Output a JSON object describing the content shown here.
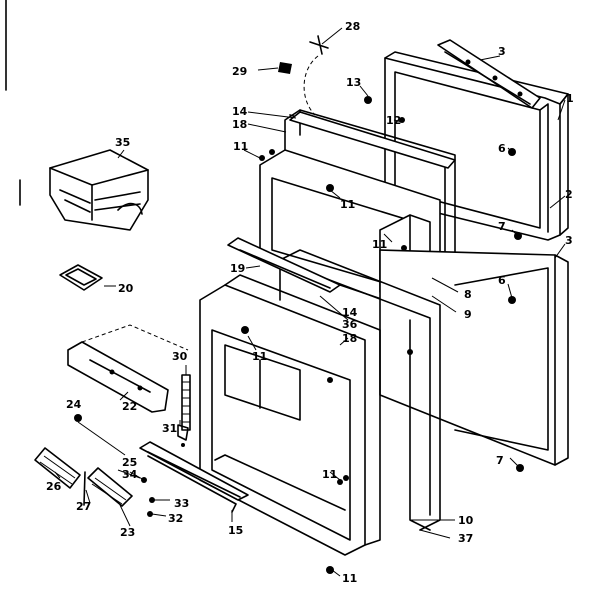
{
  "callouts": {
    "n28": "28",
    "n29": "29",
    "n3a": "3",
    "n1": "1",
    "n13": "13",
    "n12": "12",
    "n14a": "14",
    "n18a": "18",
    "n11a": "11",
    "n6a": "6",
    "n2": "2",
    "n7a": "7",
    "n35": "35",
    "n11b": "11",
    "n11c": "11",
    "n3b": "3",
    "n19": "19",
    "n8": "8",
    "n9": "9",
    "n6b": "6",
    "n14b": "14",
    "n36": "36",
    "n20": "20",
    "n18b": "18",
    "n11d": "11",
    "n30": "30",
    "n22": "22",
    "n31": "31",
    "n24": "24",
    "n25": "25",
    "n34": "34",
    "n26": "26",
    "n27": "27",
    "n33": "33",
    "n32": "32",
    "n23": "23",
    "n15": "15",
    "n11e": "11",
    "n7b": "7",
    "n10": "10",
    "n37": "37",
    "n11f": "11"
  }
}
